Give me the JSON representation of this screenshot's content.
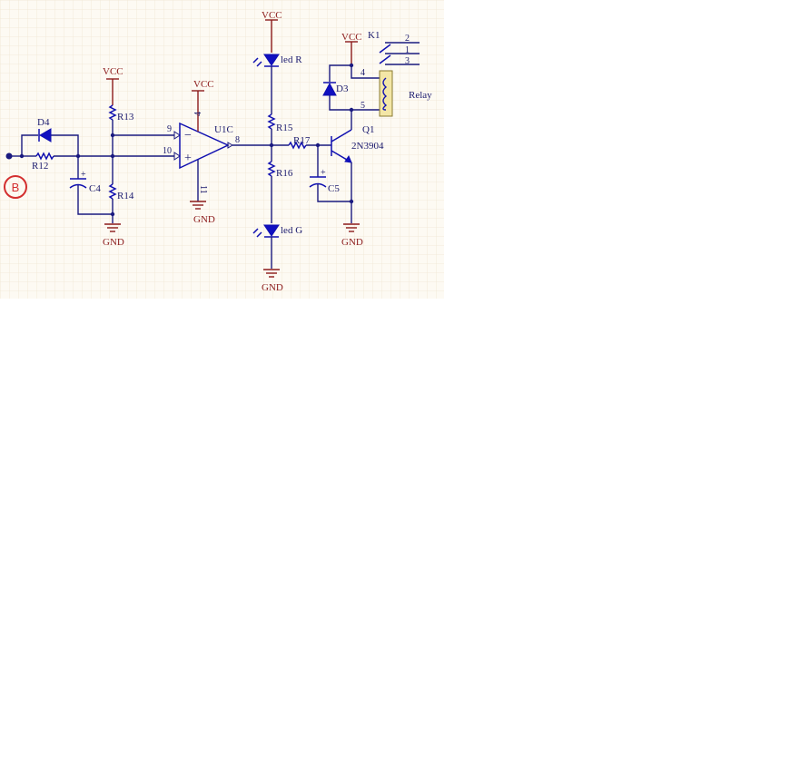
{
  "schematic": {
    "labels": {
      "vcc_r13": "VCC",
      "vcc_opamp": "VCC",
      "vcc_led": "VCC",
      "vcc_relay": "VCC",
      "gnd_r14": "GND",
      "gnd_opamp": "GND",
      "gnd_led": "GND",
      "gnd_q1": "GND",
      "d4": "D4",
      "r12": "R12",
      "c4": "C4",
      "r13": "R13",
      "r14": "R14",
      "u1c": "U1C",
      "pin_9": "9",
      "pin_10": "10",
      "pin_8": "8",
      "pin_4": "4",
      "pin_11": "11",
      "led_r": "led R",
      "led_g": "led G",
      "r15": "R15",
      "r16": "R16",
      "r17": "R17",
      "c5": "C5",
      "d3": "D3",
      "q1": "Q1",
      "q1_part": "2N3904",
      "k1": "K1",
      "relay": "Relay",
      "relay_pin_2": "2",
      "relay_pin_1": "1",
      "relay_pin_3": "3",
      "relay_pin_4": "4",
      "relay_pin_5": "5",
      "plus_c4": "+",
      "plus_c5": "+",
      "opamp_minus": "−",
      "opamp_plus": "+"
    },
    "marker": "B",
    "colors": {
      "wire": "#1a1a80",
      "component": "#1010b0",
      "power_label": "#8b1a1a",
      "marker": "#d32f2f",
      "relay_coil": "#f3e6a6",
      "sheet": "#fdfaf3"
    }
  }
}
